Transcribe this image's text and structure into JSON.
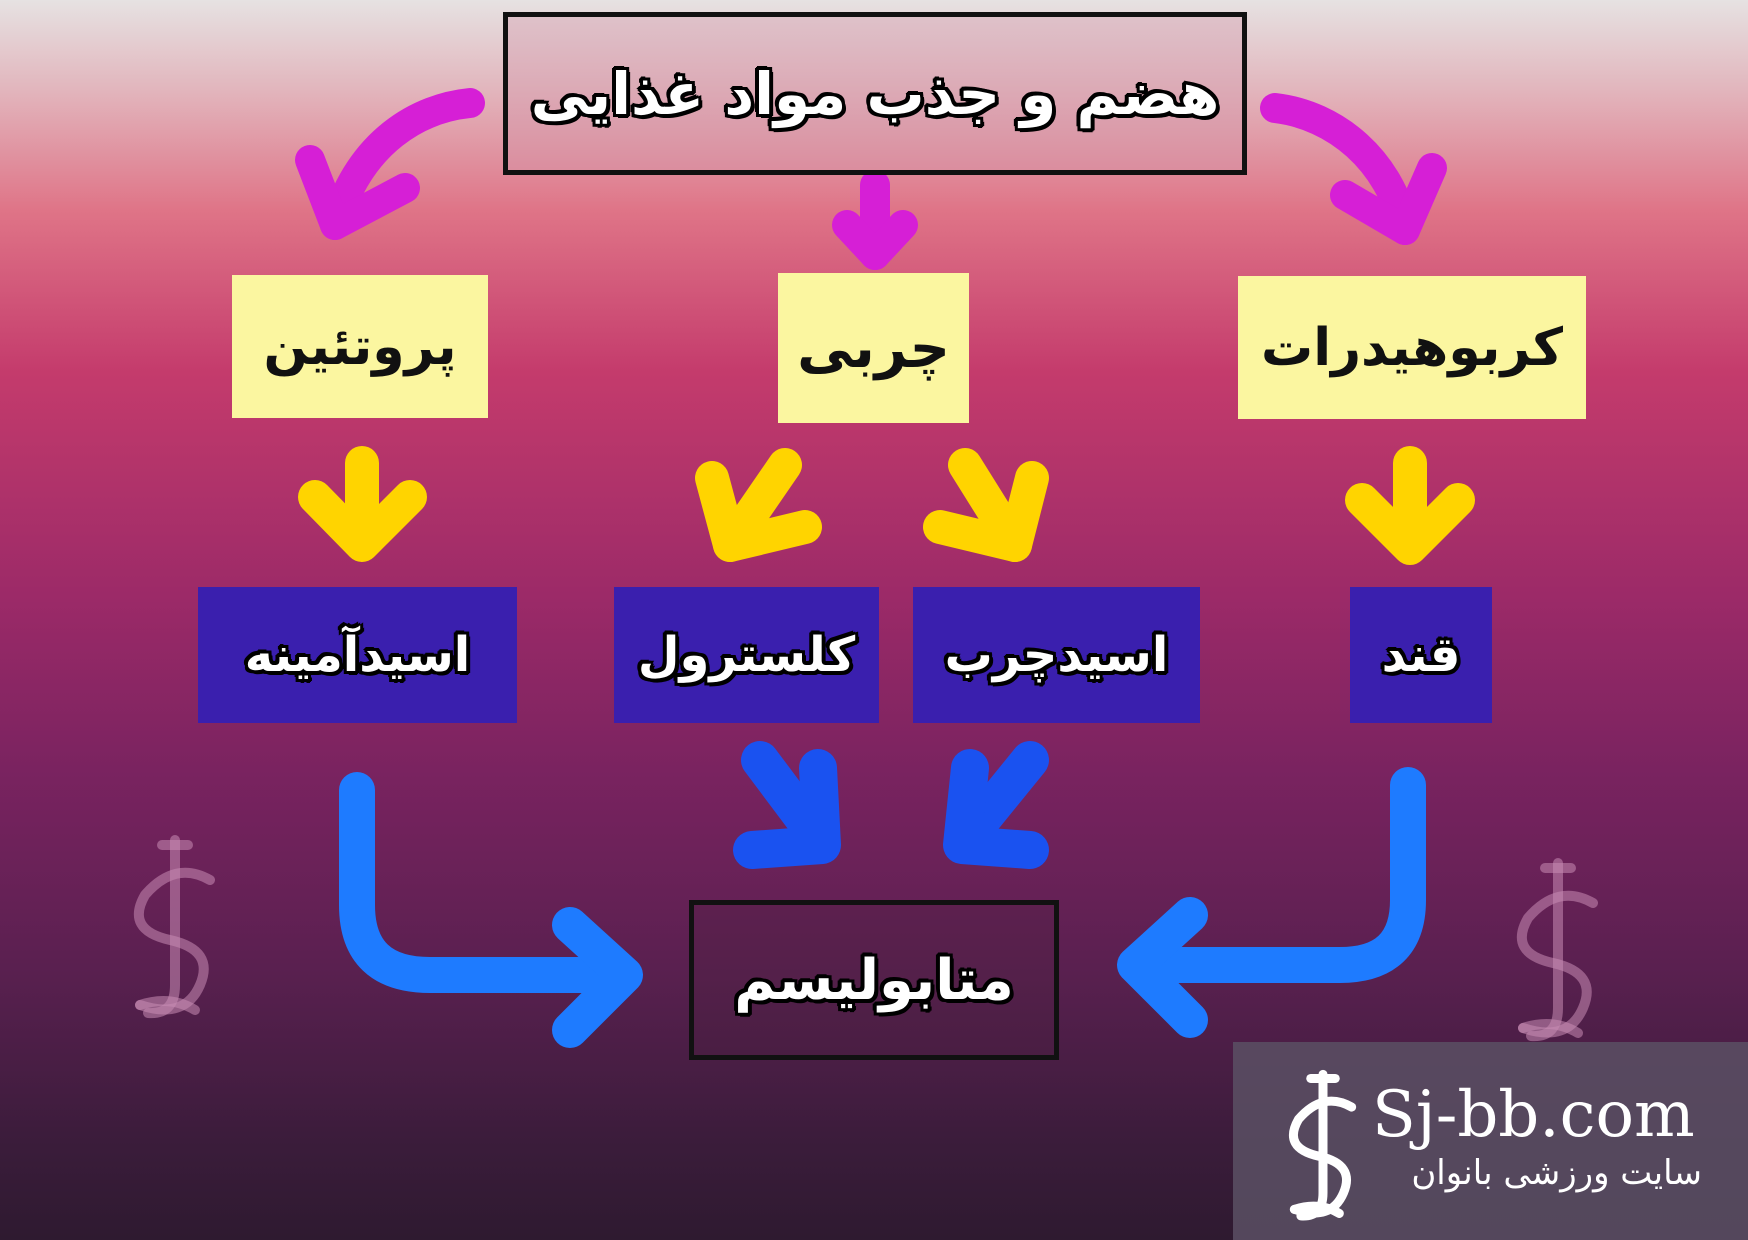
{
  "diagram": {
    "title": "هضم و جذب مواد غذایی",
    "categories": {
      "protein": "پروتئین",
      "fat": "چربی",
      "carbohydrate": "کربوهیدرات"
    },
    "products": {
      "amino_acid": "اسیدآمینه",
      "cholesterol": "کلسترول",
      "fatty_acid": "اسیدچرب",
      "sugar": "قند"
    },
    "result": "متابولیسم"
  },
  "branding": {
    "url": "Sj-bb.com",
    "tagline": "سایت ورزشی بانوان",
    "logo_icon": "sj-logo-icon"
  },
  "colors": {
    "magenta_arrow": "#d61fd6",
    "yellow_arrow": "#ffd400",
    "blue_arrow": "#1e7bff",
    "dark_blue_arrow": "#1a52f0",
    "yellow_box": "#fbf6a0",
    "blue_box": "#3a1fae"
  }
}
